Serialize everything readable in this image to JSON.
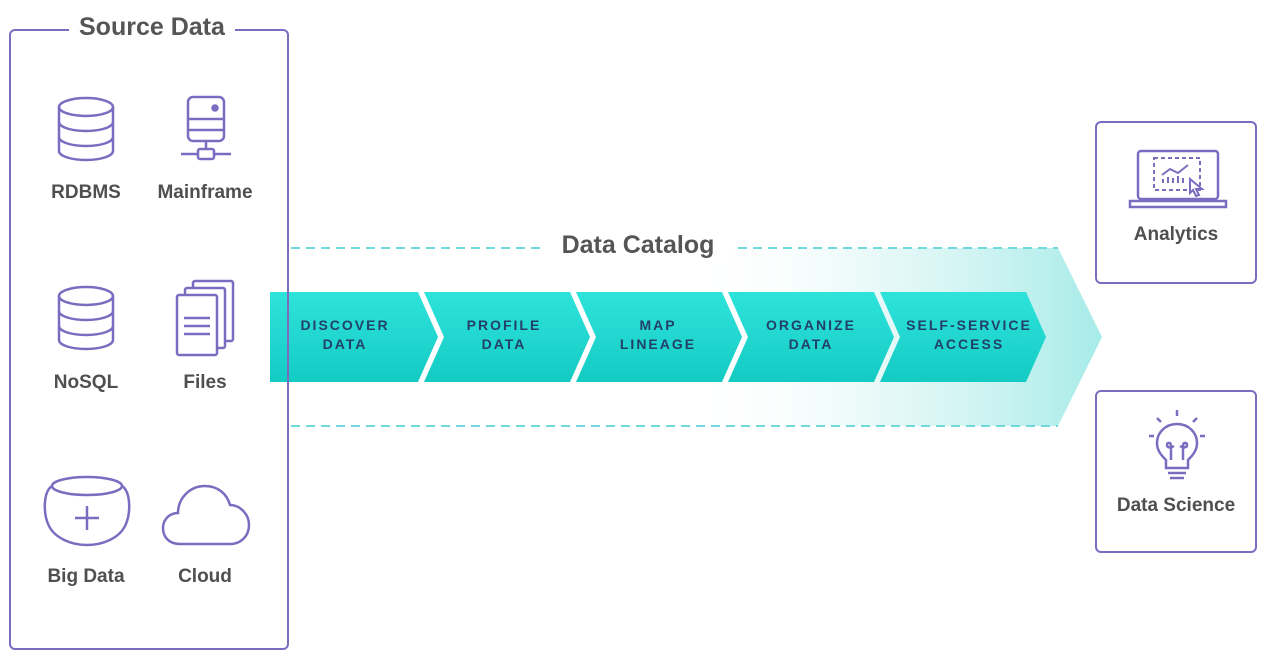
{
  "source": {
    "title": "Source Data",
    "items": [
      "RDBMS",
      "Mainframe",
      "NoSQL",
      "Files",
      "Big Data",
      "Cloud"
    ]
  },
  "catalog": {
    "title": "Data Catalog",
    "steps": [
      {
        "line1": "DISCOVER",
        "line2": "DATA"
      },
      {
        "line1": "PROFILE",
        "line2": "DATA"
      },
      {
        "line1": "MAP",
        "line2": "LINEAGE"
      },
      {
        "line1": "ORGANIZE",
        "line2": "DATA"
      },
      {
        "line1": "SELF-SERVICE",
        "line2": "ACCESS"
      }
    ]
  },
  "outputs": [
    "Analytics",
    "Data Science"
  ],
  "colors": {
    "border": "#7b6cc0",
    "teal": "#1fd9d0",
    "dash": "#6fd9dc",
    "step_text": "#23406a"
  }
}
